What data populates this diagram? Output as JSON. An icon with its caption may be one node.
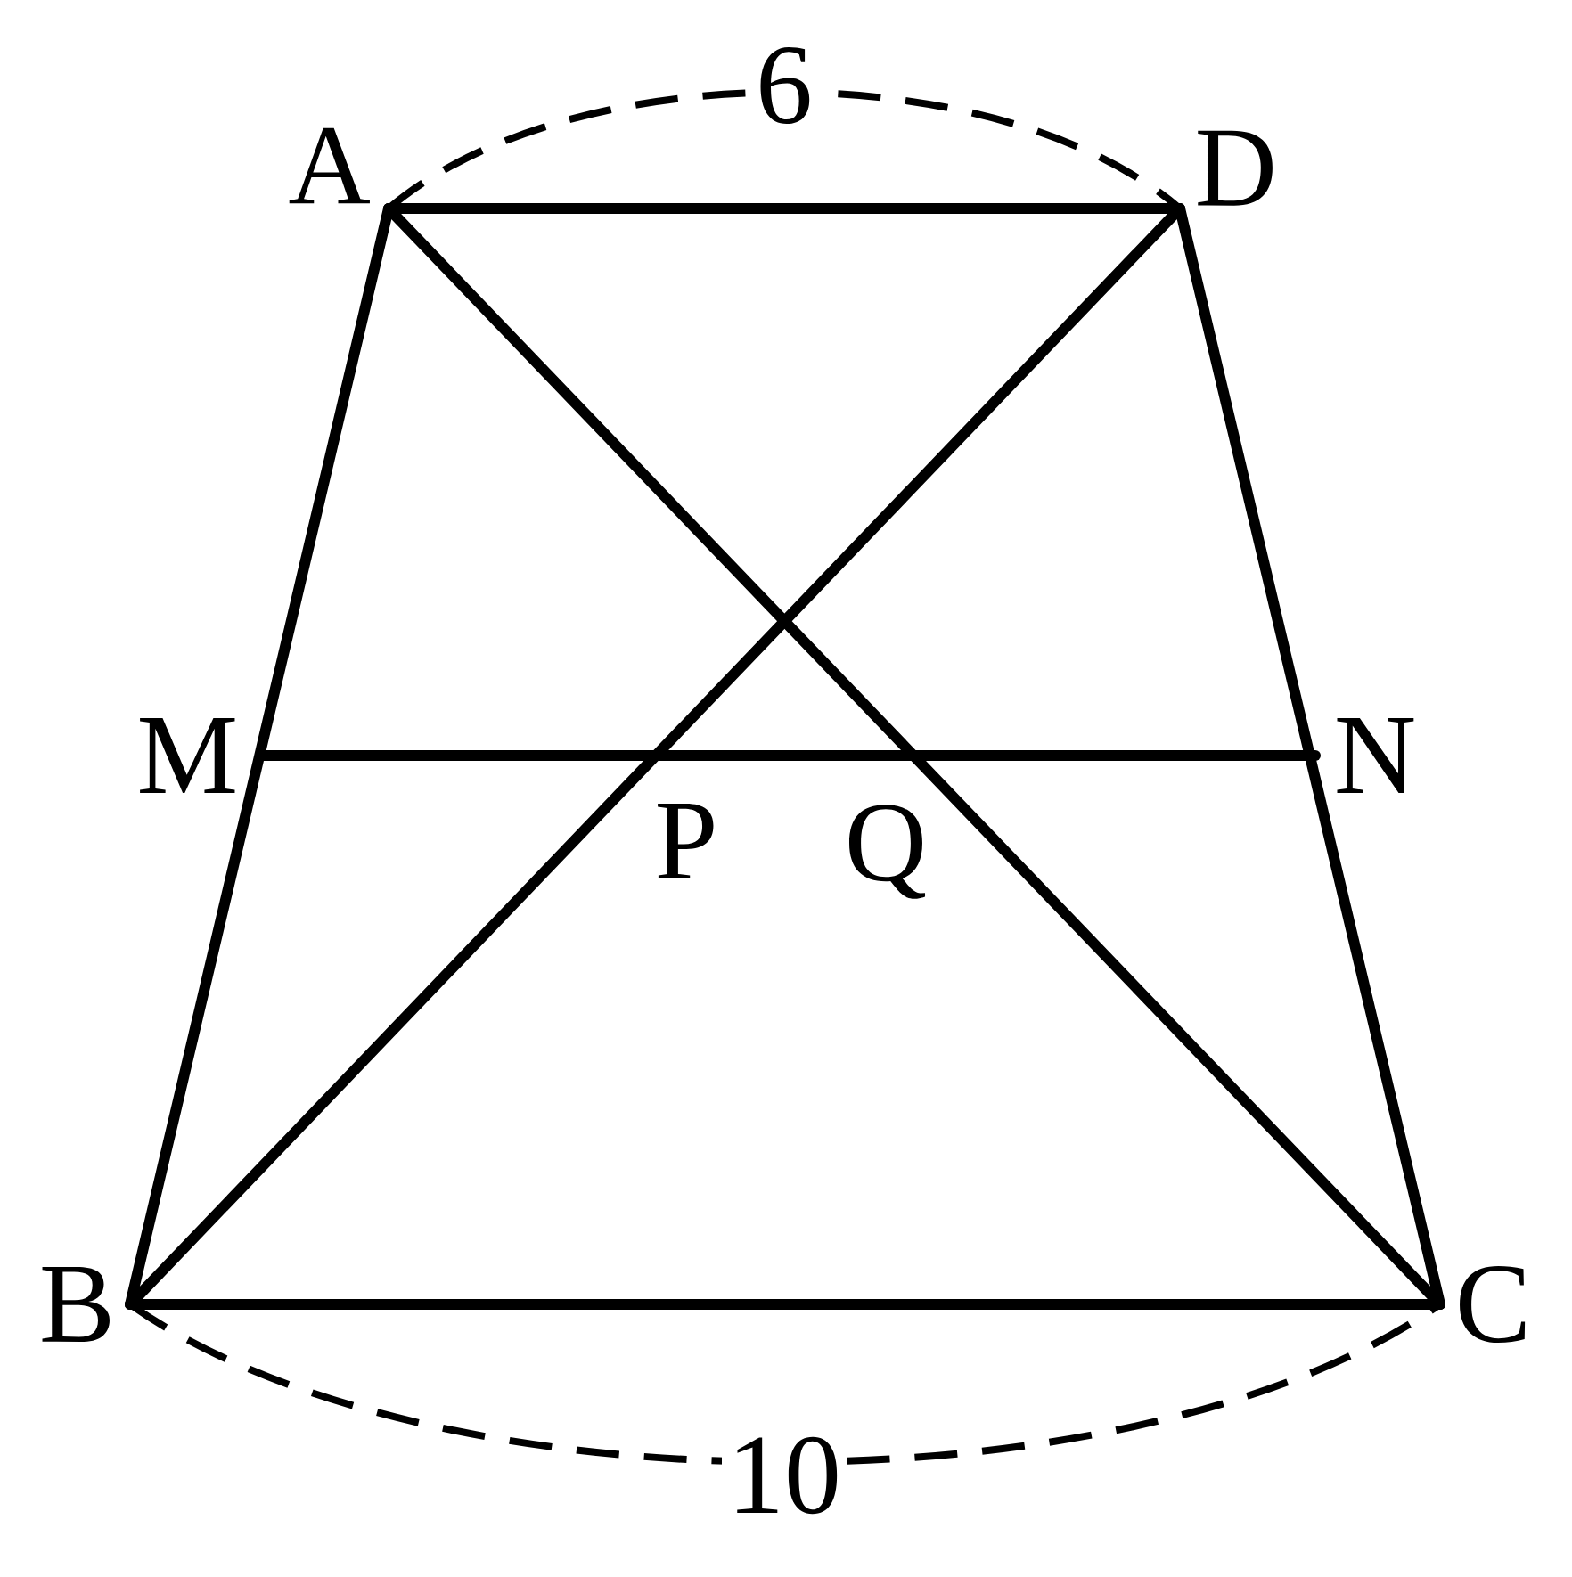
{
  "diagram": {
    "nodes": [
      {
        "text": [
          "A"
        ]
      },
      {
        "text": [
          "D"
        ]
      },
      {
        "text": [
          "B"
        ]
      },
      {
        "text": [
          "C"
        ]
      },
      {
        "text": [
          "M"
        ]
      },
      {
        "text": [
          "N"
        ]
      }
    ],
    "edges": [
      {
        "from": 0,
        "to": 1,
        "arrow": "none"
      },
      {
        "from": 2,
        "to": 3,
        "arrow": "none"
      },
      {
        "from": 0,
        "to": 2,
        "arrow": "none"
      },
      {
        "from": 1,
        "to": 3,
        "arrow": "none"
      },
      {
        "from": 0,
        "to": 3,
        "arrow": "none"
      },
      {
        "from": 1,
        "to": 2,
        "arrow": "none"
      },
      {
        "from": 4,
        "to": 5,
        "arrow": "none"
      }
    ],
    "labels": [
      "6",
      "P",
      "Q",
      "10"
    ]
  }
}
